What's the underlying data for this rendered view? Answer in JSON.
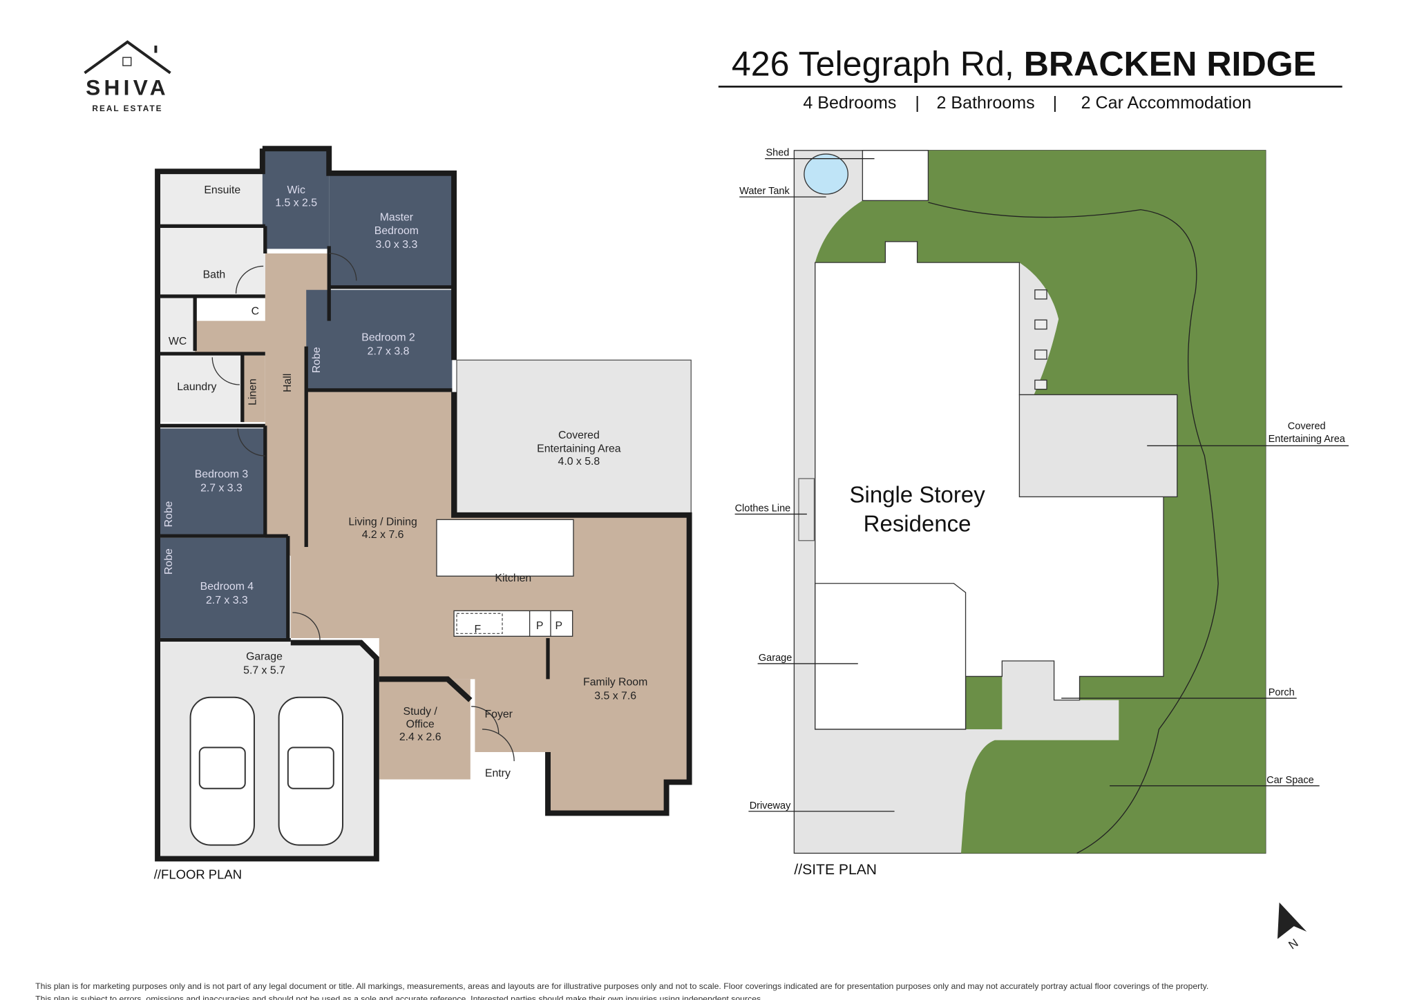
{
  "brand": {
    "name": "SHIVA",
    "tagline": "REAL ESTATE"
  },
  "header": {
    "address": "426 Telegraph Rd, ",
    "suburb": "BRACKEN RIDGE",
    "bedrooms": "4 Bedrooms",
    "bathrooms": "2 Bathrooms",
    "cars": "2 Car Accommodation",
    "sep": "|"
  },
  "floor_plan": {
    "caption": "//FLOOR PLAN",
    "rooms": {
      "ensuite": {
        "name": "Ensuite"
      },
      "wic": {
        "name": "Wic",
        "size": "1.5 x 2.5"
      },
      "master": {
        "name1": "Master",
        "name2": "Bedroom",
        "size": "3.0 x 3.3"
      },
      "bath": {
        "name": "Bath"
      },
      "c": {
        "name": "C"
      },
      "wc": {
        "name": "WC"
      },
      "bed2": {
        "name": "Bedroom 2",
        "size": "2.7 x 3.8"
      },
      "robe": {
        "name": "Robe"
      },
      "laundry": {
        "name": "Laundry"
      },
      "linen": {
        "name": "Linen"
      },
      "hall": {
        "name": "Hall"
      },
      "covered": {
        "name1": "Covered",
        "name2": "Entertaining Area",
        "size": "4.0 x 5.8"
      },
      "bed3": {
        "name": "Bedroom 3",
        "size": "2.7 x 3.3"
      },
      "living": {
        "name": "Living / Dining",
        "size": "4.2 x 7.6"
      },
      "bed4": {
        "name": "Bedroom 4",
        "size": "2.7 x 3.3"
      },
      "kitchen": {
        "name": "Kitchen",
        "fridge": "F",
        "pantry": "P"
      },
      "garage": {
        "name": "Garage",
        "size": "5.7 x 5.7"
      },
      "family": {
        "name": "Family Room",
        "size": "3.5 x 7.6"
      },
      "study": {
        "name1": "Study /",
        "name2": "Office",
        "size": "2.4 x 2.6"
      },
      "foyer": {
        "name": "Foyer"
      },
      "entry": {
        "name": "Entry"
      }
    }
  },
  "site_plan": {
    "caption": "//SITE PLAN",
    "residence1": "Single Storey",
    "residence2": "Residence",
    "labels": {
      "shed": "Shed",
      "water_tank": "Water Tank",
      "clothes_line": "Clothes Line",
      "garage": "Garage",
      "driveway": "Driveway",
      "covered1": "Covered",
      "covered2": "Entertaining Area",
      "porch": "Porch",
      "car_space": "Car Space"
    },
    "compass": "N"
  },
  "footer": {
    "line1": "This plan is for marketing purposes only and is not part of any legal document or title.  All markings, measurements, areas and layouts are for  illustrative purposes only and not to scale.  Floor coverings indicated are for presentation purposes only  and may not accurately portray actual floor coverings of the property.",
    "line2": "This plan is subject to errors, omissions and inaccuracies and should not be used as a sole and accurate reference.  Interested parties should make their own inquiries using independent sources."
  },
  "colors": {
    "bedroom": "#4d5a6d",
    "floor": "#c8b29e",
    "lawn": "#6b8f47",
    "water": "#bfe4f7"
  }
}
